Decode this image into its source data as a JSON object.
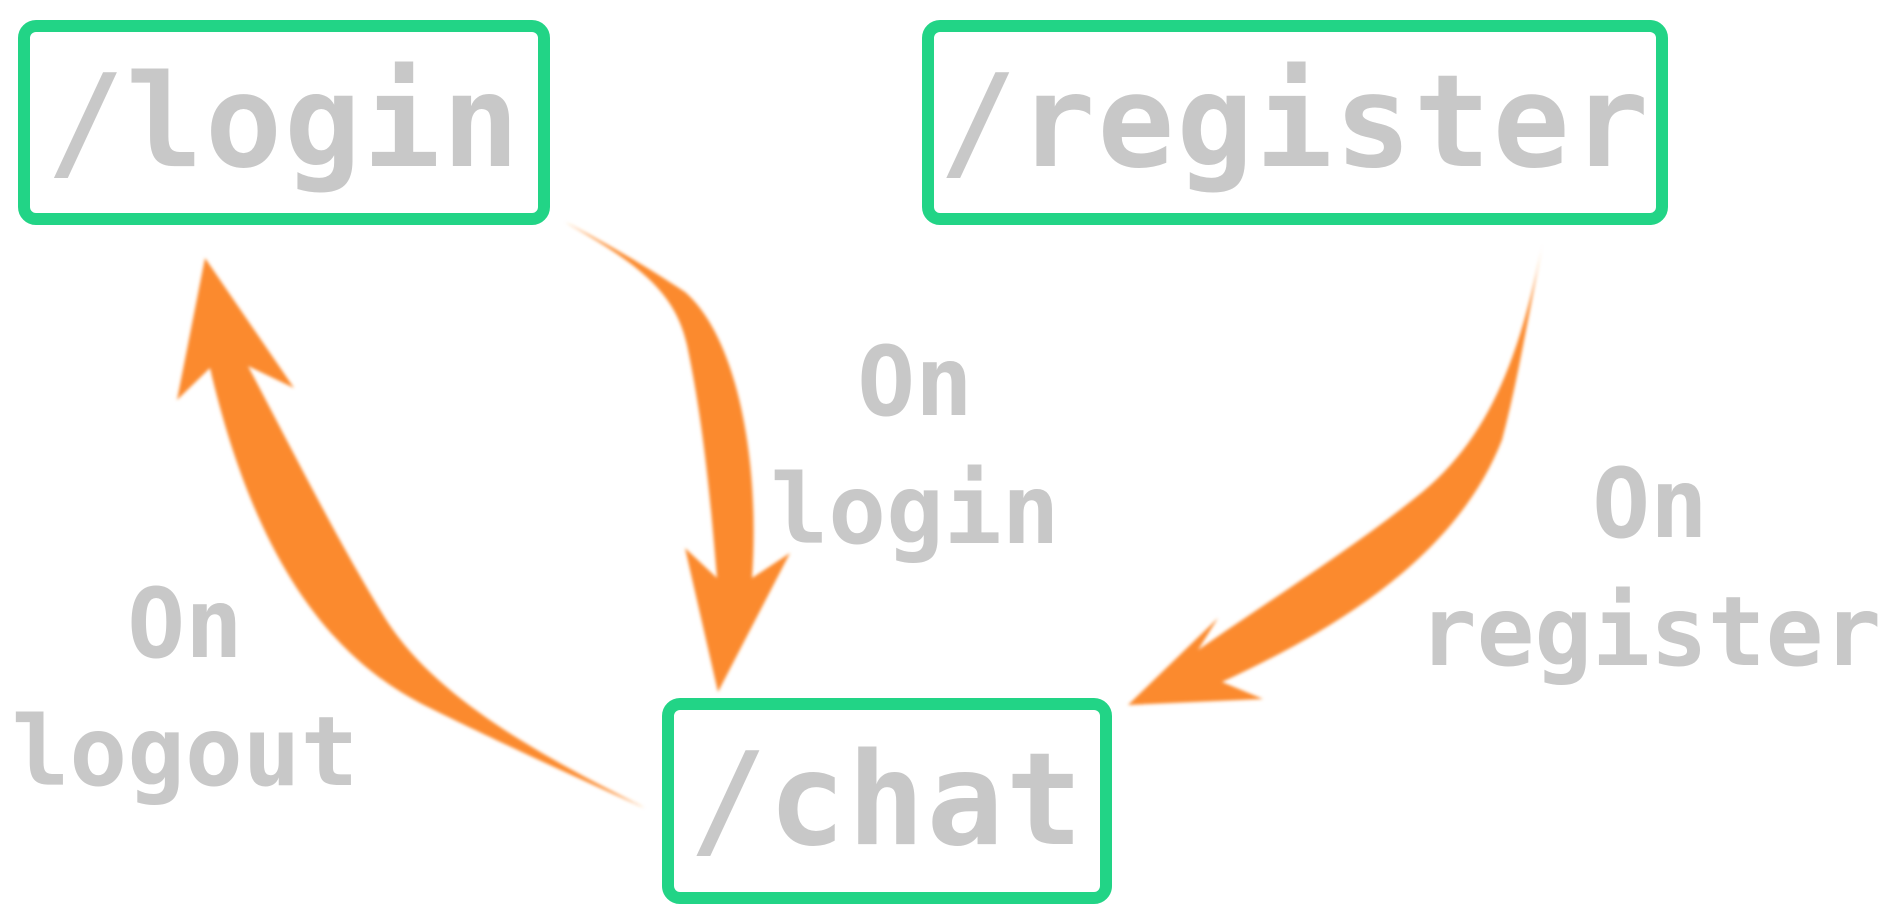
{
  "colors": {
    "box_border": "#22d486",
    "arrow": "#fb8a2d",
    "text": "#c8c8c8"
  },
  "nodes": {
    "login": {
      "label": "/login"
    },
    "register": {
      "label": "/register"
    },
    "chat": {
      "label": "/chat"
    }
  },
  "edges": {
    "login_to_chat": {
      "line1": "On",
      "line2": "login"
    },
    "register_to_chat": {
      "line1": "On",
      "line2": "register"
    },
    "chat_to_login": {
      "line1": "On",
      "line2": "logout"
    }
  }
}
